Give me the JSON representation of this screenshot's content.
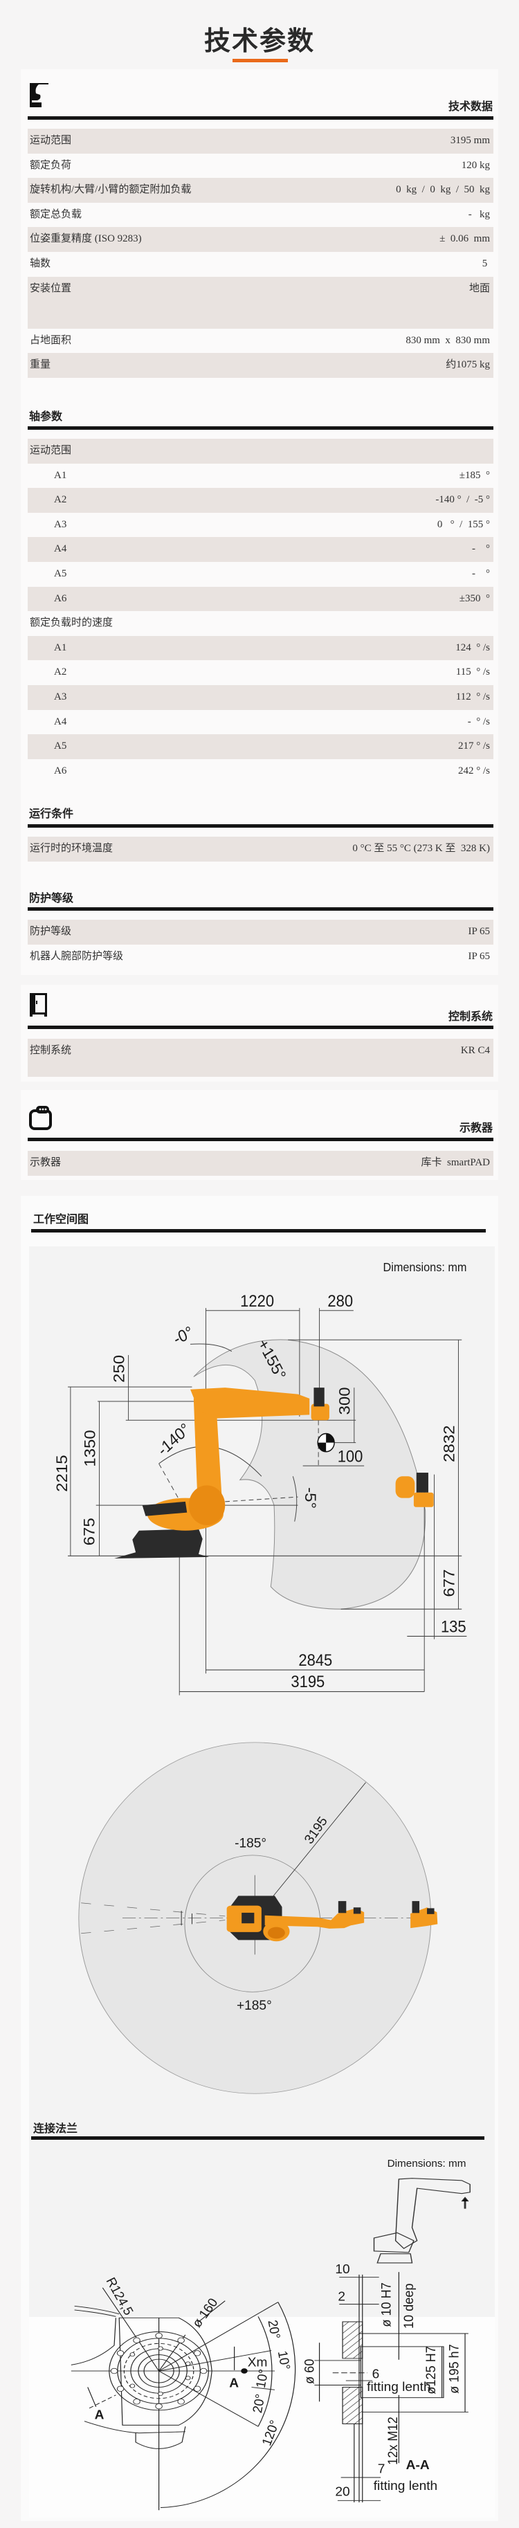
{
  "page_title": "技术参数",
  "colors": {
    "accent": "#ea6a1a",
    "robot_orange": "#f39a1e",
    "row_shade": "#e9e3e0"
  },
  "tech": {
    "icon": "robot-arm-icon",
    "heading": "技术数据",
    "rows": [
      {
        "label": "运动范围",
        "value": "3195 mm"
      },
      {
        "label": "额定负荷",
        "value": "120 kg"
      },
      {
        "label": "旋转机构/大臂/小臂的额定附加负载",
        "value": "0  kg  /  0  kg  /  50  kg"
      },
      {
        "label": "额定总负载",
        "value": "-   kg"
      },
      {
        "label": "位姿重复精度 (ISO 9283)",
        "value": "±  0.06  mm"
      },
      {
        "label": "轴数",
        "value": "5 "
      },
      {
        "label": "安装位置",
        "value": "地面"
      },
      {
        "label": "占地面积",
        "value": "830 mm  x  830 mm"
      },
      {
        "label": "重量",
        "value": "约1075 kg"
      }
    ]
  },
  "axis": {
    "heading": "轴参数",
    "range": {
      "label": "运动范围",
      "rows": [
        {
          "label": "A1",
          "value": "±185  °"
        },
        {
          "label": "A2",
          "value": "-140 °  /  -5 °"
        },
        {
          "label": "A3",
          "value": "0   °  /  155 °"
        },
        {
          "label": "A4",
          "value": "-    °"
        },
        {
          "label": "A5",
          "value": "-    °"
        },
        {
          "label": "A6",
          "value": "±350  °"
        }
      ]
    },
    "speed": {
      "label": "额定负载时的速度",
      "rows": [
        {
          "label": "A1",
          "value": "124  ° /s"
        },
        {
          "label": "A2",
          "value": "115  ° /s"
        },
        {
          "label": "A3",
          "value": "112  ° /s"
        },
        {
          "label": "A4",
          "value": "-  ° /s"
        },
        {
          "label": "A5",
          "value": "217 ° /s"
        },
        {
          "label": "A6",
          "value": "242 ° /s"
        }
      ]
    }
  },
  "operating": {
    "heading": "运行条件",
    "rows": [
      {
        "label": "运行时的环境温度",
        "value": "0 °C 至 55 °C (273 K 至  328 K)"
      }
    ]
  },
  "protection": {
    "heading": "防护等级",
    "rows": [
      {
        "label": "防护等级",
        "value": "IP 65"
      },
      {
        "label": "机器人腕部防护等级",
        "value": "IP 65"
      }
    ]
  },
  "controller": {
    "icon": "controller-cabinet-icon",
    "heading": "控制系统",
    "rows": [
      {
        "label": "控制系统",
        "value": "KR C4"
      }
    ]
  },
  "teach": {
    "icon": "teach-pendant-icon",
    "heading": "示教器",
    "rows": [
      {
        "label": "示教器",
        "value": "库卡  smartPAD"
      }
    ]
  },
  "workspace": {
    "heading": "工作空间图",
    "dimensions": "Dimensions: mm",
    "side": {
      "d1220": "1220",
      "d280": "280",
      "a0": "-0°",
      "a155": "+155°",
      "d250": "250",
      "d300": "300",
      "d100": "100",
      "a140": "-140°",
      "d1350": "1350",
      "d2215": "2215",
      "a5": "-5°",
      "d675": "675",
      "d2832": "2832",
      "d677": "677",
      "d135": "135",
      "d2845": "2845",
      "d3195": "3195"
    },
    "top": {
      "a_minus": "-185°",
      "a_plus": "+185°",
      "radius": "3195"
    }
  },
  "flange": {
    "heading": "连接法兰",
    "dimensions": "Dimensions: mm",
    "labels": {
      "r124": "R124,5",
      "d160": "ø 160",
      "a20a": "20°",
      "xm": "Xm",
      "a10a": "10°",
      "secA1": "A",
      "a10b": "10°",
      "a20b": "20°",
      "a120": "120°",
      "secA2": "A",
      "d10": "10",
      "d2": "2",
      "d10h7": "ø 10 H7",
      "deep": "10 deep",
      "d60": "ø 60",
      "d6": "6",
      "fit1": "fitting lenth",
      "d125": "ø125 H7",
      "d195": "ø 195 h7",
      "m12": "12x M12",
      "aa": "A-A",
      "d7": "7",
      "fit2": "fitting lenth",
      "d20": "20"
    }
  }
}
